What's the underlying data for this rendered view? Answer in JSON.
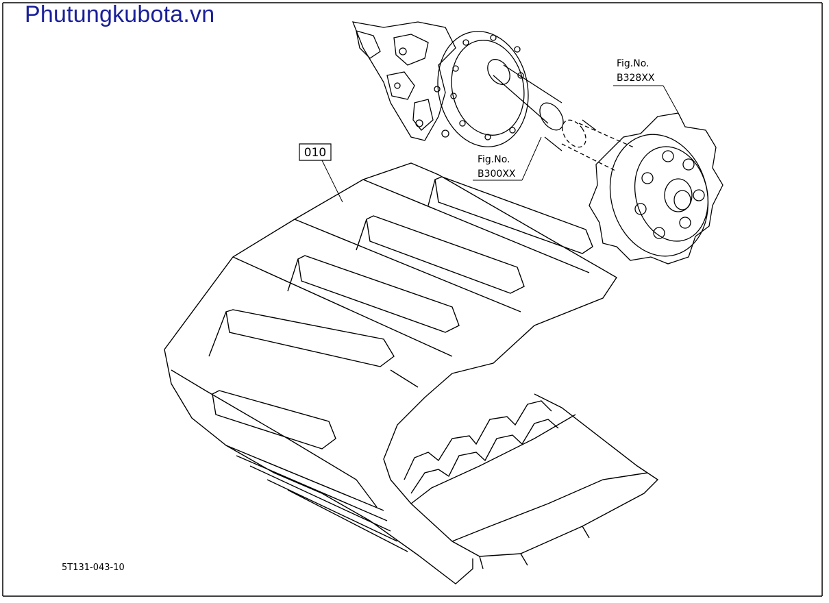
{
  "watermark": "Phutungkubota.vn",
  "part_label": "010",
  "fig_refs": [
    {
      "line1": "Fig.No.",
      "line2": "B300XX"
    },
    {
      "line1": "Fig.No.",
      "line2": "B328XX"
    }
  ],
  "drawing_code": "5T131-043-10",
  "colors": {
    "watermark": "#1a1f9a",
    "line": "#000000",
    "frame": "#000000"
  }
}
